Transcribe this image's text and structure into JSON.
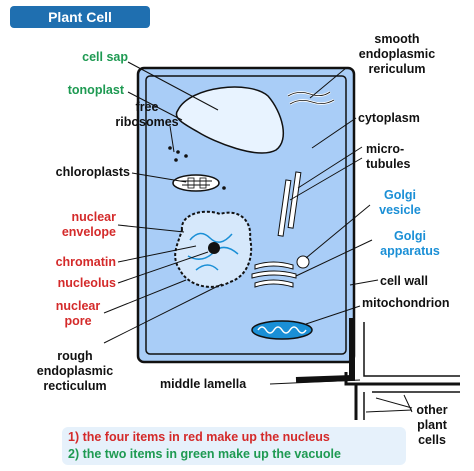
{
  "title": "Plant Cell",
  "labels": {
    "cell_sap": "cell sap",
    "tonoplast": "tonoplast",
    "free_ribosomes": "free\nribosomes",
    "chloroplasts": "chloroplasts",
    "nuclear_envelope": "nuclear\nenvelope",
    "chromatin": "chromatin",
    "nucleolus": "nucleolus",
    "nuclear_pore": "nuclear\npore",
    "rough_er": "rough\nendoplasmic\nrecticulum",
    "smooth_er": "smooth\nendoplasmic\nrericulum",
    "cytoplasm": "cytoplasm",
    "microtubules": "micro-\ntubules",
    "golgi_vesicle": "Golgi\nvesicle",
    "golgi_apparatus": "Golgi\napparatus",
    "cell_wall": "cell wall",
    "mitochondrion": "mitochondrion",
    "middle_lamella": "middle lamella",
    "other_plant_cells": "other\nplant\ncells"
  },
  "key": {
    "line1": "1) the four items in red make up the nucleus",
    "line2": "2) the two items in green make up the vacuole"
  },
  "colors": {
    "nucleus_items": "#d42a2a",
    "vacuole_items": "#1e9a52",
    "golgi_items": "#1a8fd6",
    "other_items": "#111111",
    "title_bg": "#1f6fb0",
    "cytoplasm_fill": "#a9cdf7",
    "key_bg": "#e6f1fb"
  }
}
